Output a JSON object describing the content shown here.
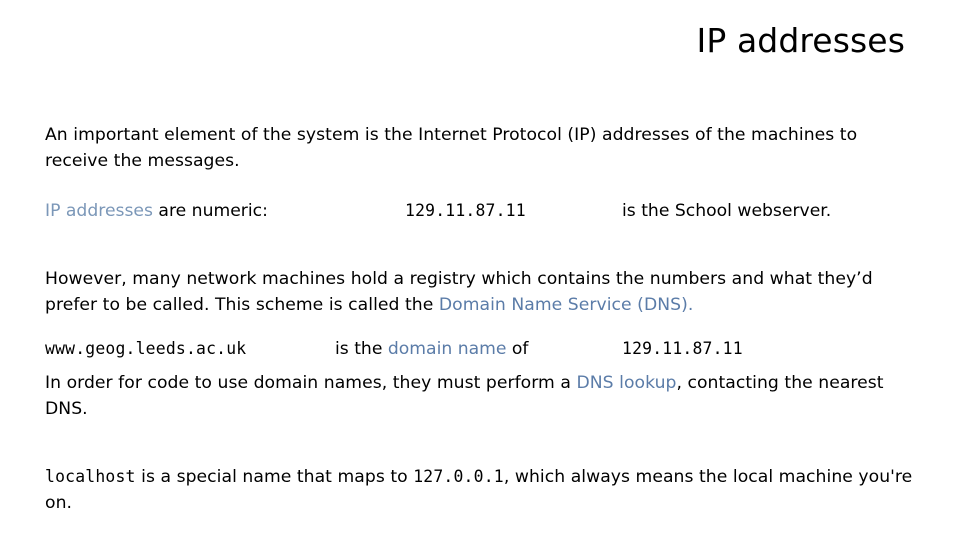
{
  "slide": {
    "title": "IP addresses",
    "accent_blue": "#5b7ca8",
    "accent_blue_light": "#7b97b8",
    "background": "#ffffff",
    "text_color": "#000000"
  },
  "paragraph1": {
    "text": "An important element of the system is the Internet Protocol (IP) addresses of the machines to receive the messages."
  },
  "line_numeric": {
    "term": "IP addresses",
    "after_term": " are numeric:",
    "ip": "129.11.87.11",
    "trailing": "is the School webserver."
  },
  "paragraph2": {
    "before": "However, many network machines hold a registry which contains the numbers and what they’d prefer to be called. This scheme is called the ",
    "highlight": "Domain Name Service (DNS)."
  },
  "line_domain": {
    "domain": "www.geog.leeds.ac.uk",
    "is_the": "is the ",
    "highlight": "domain name",
    "of": " of",
    "ip": "129.11.87.11"
  },
  "paragraph3": {
    "before": "In order for code to use domain names, they must perform a ",
    "highlight": "DNS lookup",
    "after": ", contacting the nearest DNS."
  },
  "paragraph4": {
    "code1": "localhost",
    "mid": " is a special name that maps to ",
    "code2": "127.0.0.1",
    "after": ", which always means the local machine you're on."
  }
}
